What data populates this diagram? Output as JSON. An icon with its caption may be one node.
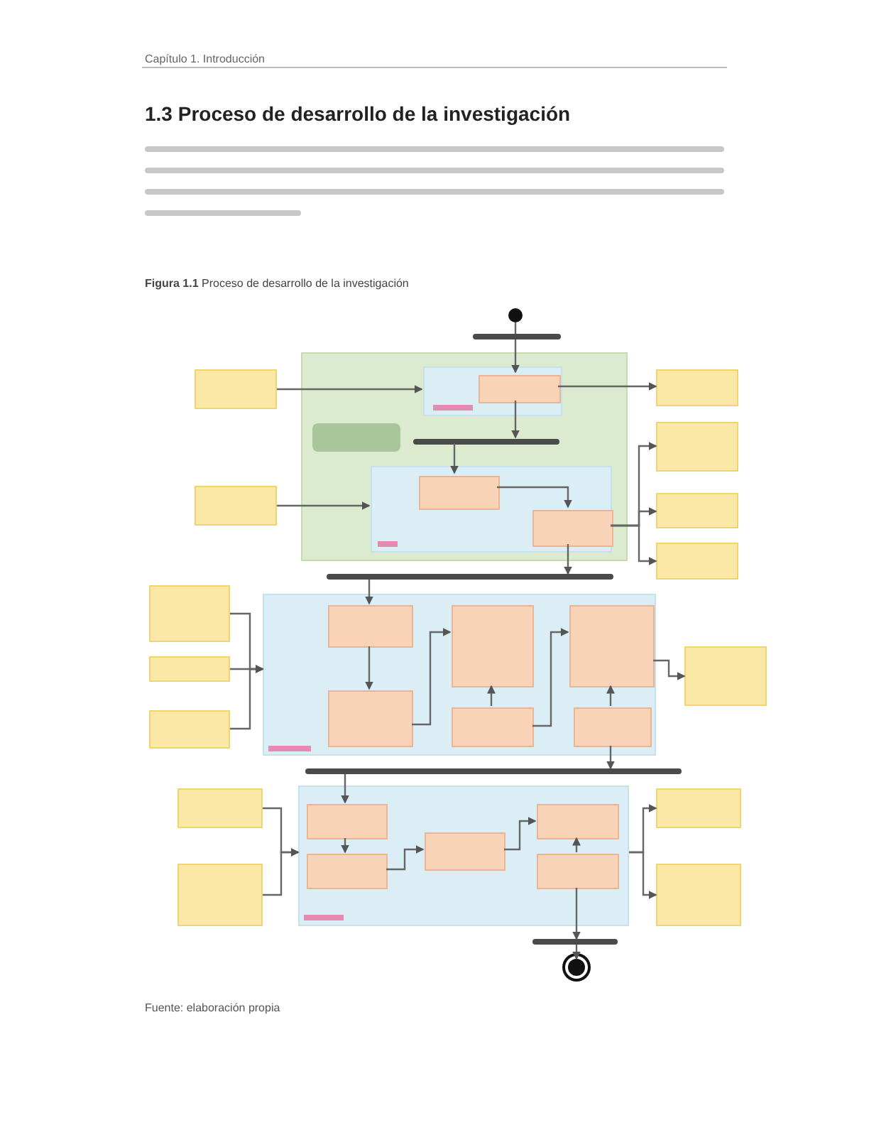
{
  "diagram": {
    "title": "1.3 Proceso de desarrollo de la investigación",
    "caption": "**Figura 1.1** Proceso de desarrollo de la investigación",
    "nodes": [
      {
        "text": [],
        "shape": "circle"
      },
      {
        "text": [],
        "shape": "bar"
      },
      {
        "text": [],
        "shape": "box"
      },
      {
        "text": [],
        "shape": "box"
      },
      {
        "text": [],
        "shape": "box",
        "in": 3
      },
      {
        "text": [],
        "shape": "box",
        "in": 4
      },
      {
        "text": [],
        "shape": "box"
      },
      {
        "text": [],
        "shape": "bar",
        "in": 3
      },
      {
        "text": [],
        "shape": "box"
      },
      {
        "text": [],
        "shape": "box"
      },
      {
        "text": [],
        "shape": "box",
        "in": 3
      },
      {
        "text": [],
        "shape": "box",
        "in": 10
      },
      {
        "text": [],
        "shape": "box",
        "in": 10
      },
      {
        "text": [],
        "shape": "box"
      },
      {
        "text": [],
        "shape": "box"
      },
      {
        "text": [],
        "shape": "bar"
      },
      {
        "text": [],
        "shape": "box"
      },
      {
        "text": [],
        "shape": "box"
      },
      {
        "text": [],
        "shape": "box"
      },
      {
        "text": [],
        "shape": "box"
      },
      {
        "text": [],
        "shape": "box",
        "in": 19
      },
      {
        "text": [],
        "shape": "box",
        "in": 19
      },
      {
        "text": [],
        "shape": "box",
        "in": 19
      },
      {
        "text": [],
        "shape": "box"
      },
      {
        "text": [],
        "shape": "box",
        "in": 19
      },
      {
        "text": [],
        "shape": "box",
        "in": 19
      },
      {
        "text": [],
        "shape": "box",
        "in": 19
      },
      {
        "text": [],
        "shape": "bar"
      },
      {
        "text": [],
        "shape": "box"
      },
      {
        "text": [],
        "shape": "box"
      },
      {
        "text": [],
        "shape": "box",
        "in": 29
      },
      {
        "text": [],
        "shape": "box",
        "in": 29
      },
      {
        "text": [],
        "shape": "box"
      },
      {
        "text": [],
        "shape": "box",
        "in": 29
      },
      {
        "text": [],
        "shape": "box"
      },
      {
        "text": [],
        "shape": "box",
        "in": 29
      },
      {
        "text": [],
        "shape": "box",
        "in": 29
      },
      {
        "text": [],
        "shape": "box"
      },
      {
        "text": [],
        "shape": "bar"
      },
      {
        "text": [],
        "shape": "circle"
      }
    ],
    "edges": [
      {
        "from": 0,
        "to": 1,
        "arrow": "none"
      },
      {
        "from": 1,
        "to": 5,
        "arrow": "to"
      },
      {
        "from": 2,
        "to": 4,
        "arrow": "to"
      },
      {
        "from": 5,
        "to": 6,
        "arrow": "to"
      },
      {
        "from": 5,
        "to": 7,
        "arrow": "to"
      },
      {
        "from": 7,
        "to": 11,
        "arrow": "to"
      },
      {
        "from": 11,
        "to": 12,
        "arrow": "to"
      },
      {
        "from": 9,
        "to": 10,
        "arrow": "to"
      },
      {
        "from": 12,
        "to": 15,
        "arrow": "to"
      },
      {
        "from": 12,
        "to": 8,
        "arrow": "to"
      },
      {
        "from": 12,
        "to": 13,
        "arrow": "to"
      },
      {
        "from": 12,
        "to": 14,
        "arrow": "to"
      },
      {
        "from": 15,
        "to": 20,
        "arrow": "to"
      },
      {
        "from": 20,
        "to": 24,
        "arrow": "to"
      },
      {
        "from": 24,
        "to": 21,
        "arrow": "to"
      },
      {
        "from": 25,
        "to": 21,
        "arrow": "to"
      },
      {
        "from": 25,
        "to": 22,
        "arrow": "to"
      },
      {
        "from": 26,
        "to": 22,
        "arrow": "to"
      },
      {
        "from": 22,
        "to": 23,
        "arrow": "to"
      },
      {
        "from": 16,
        "to": 19,
        "arrow": "to"
      },
      {
        "from": 17,
        "to": 19,
        "arrow": "to"
      },
      {
        "from": 18,
        "to": 19,
        "arrow": "to"
      },
      {
        "from": 26,
        "to": 27,
        "arrow": "to"
      },
      {
        "from": 27,
        "to": 30,
        "arrow": "to"
      },
      {
        "from": 30,
        "to": 35,
        "arrow": "to"
      },
      {
        "from": 35,
        "to": 33,
        "arrow": "to"
      },
      {
        "from": 33,
        "to": 31,
        "arrow": "to"
      },
      {
        "from": 36,
        "to": 31,
        "arrow": "to"
      },
      {
        "from": 36,
        "to": 38,
        "arrow": "to"
      },
      {
        "from": 38,
        "to": 39,
        "arrow": "to"
      },
      {
        "from": 28,
        "to": 29,
        "arrow": "to"
      },
      {
        "from": 34,
        "to": 29,
        "arrow": "to"
      },
      {
        "from": 29,
        "to": 32,
        "arrow": "to"
      },
      {
        "from": 29,
        "to": 37,
        "arrow": "to"
      }
    ],
    "labels": [
      "Capítulo 1. Introducción",
      "Fuente: elaboración propia"
    ]
  }
}
